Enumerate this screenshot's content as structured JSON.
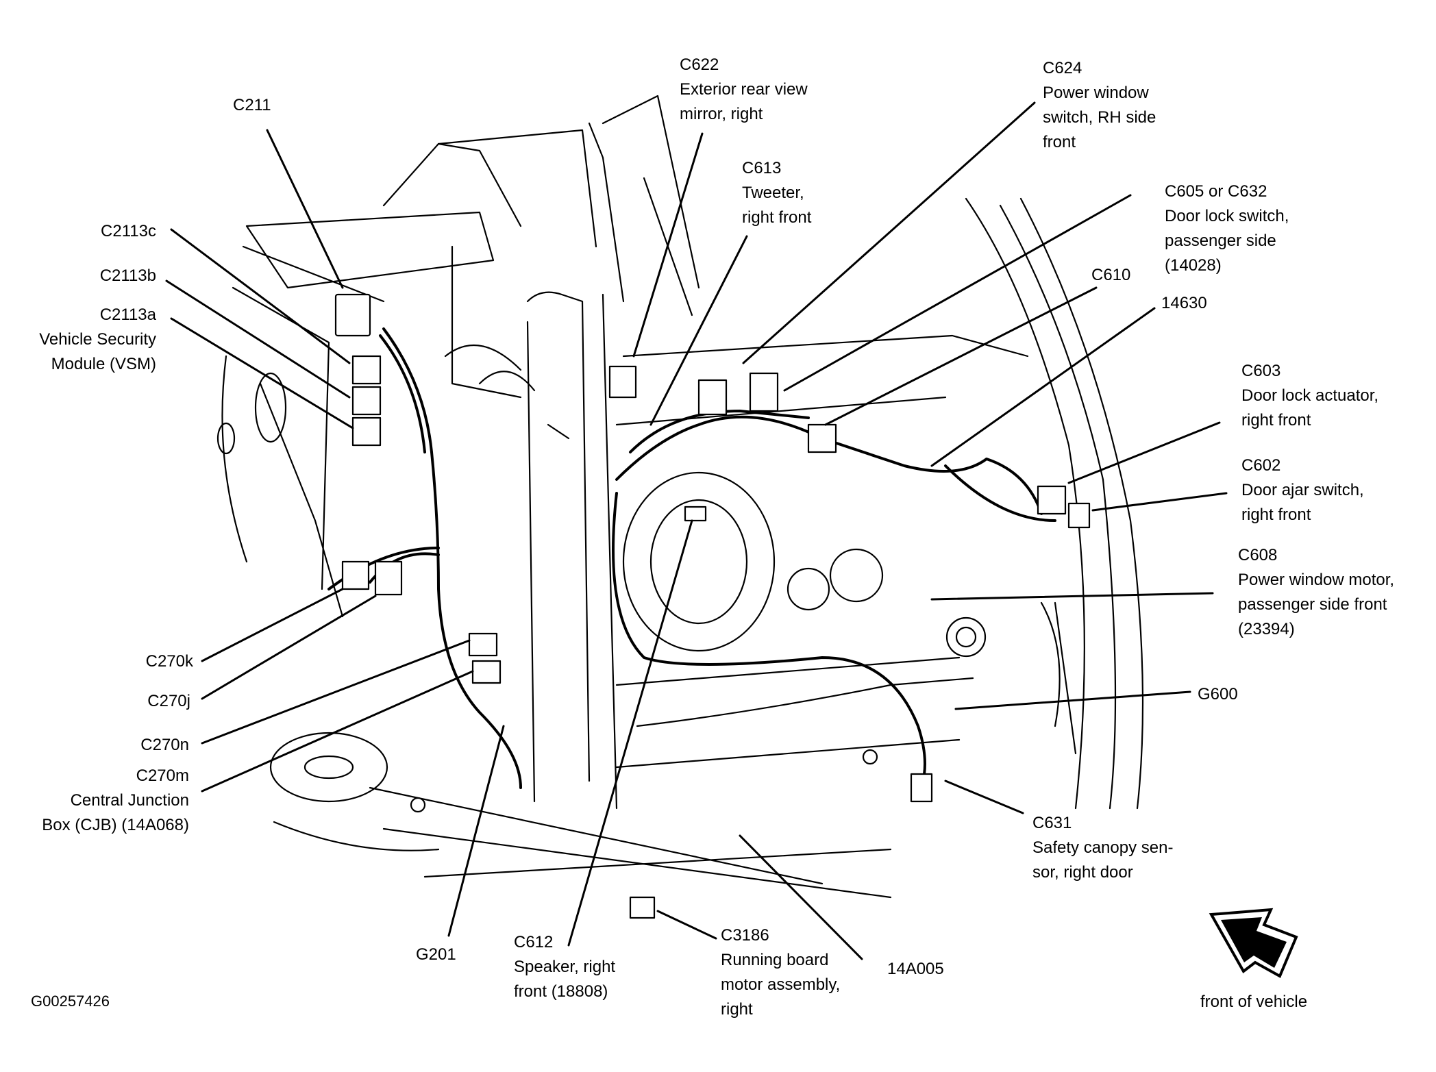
{
  "figure_id": "G00257426",
  "orientation": {
    "icon": "front-arrow-icon",
    "label": "front of vehicle"
  },
  "callouts": [
    {
      "id": "c211",
      "code": "C211",
      "desc": ""
    },
    {
      "id": "c2113c",
      "code": "C2113c",
      "desc": ""
    },
    {
      "id": "c2113b",
      "code": "C2113b",
      "desc": ""
    },
    {
      "id": "c2113a",
      "code": "C2113a",
      "desc": "Vehicle Security\nModule (VSM)"
    },
    {
      "id": "c270k",
      "code": "C270k",
      "desc": ""
    },
    {
      "id": "c270j",
      "code": "C270j",
      "desc": ""
    },
    {
      "id": "c270n",
      "code": "C270n",
      "desc": ""
    },
    {
      "id": "c270m",
      "code": "C270m",
      "desc": "Central Junction\nBox (CJB) (14A068)"
    },
    {
      "id": "g201",
      "code": "G201",
      "desc": ""
    },
    {
      "id": "c612",
      "code": "C612",
      "desc": "Speaker, right\nfront (18808)"
    },
    {
      "id": "c3186",
      "code": "C3186",
      "desc": "Running board\nmotor assembly,\nright"
    },
    {
      "id": "14a005",
      "code": "14A005",
      "desc": ""
    },
    {
      "id": "c622",
      "code": "C622",
      "desc": "Exterior rear view\nmirror, right"
    },
    {
      "id": "c613",
      "code": "C613",
      "desc": "Tweeter,\nright front"
    },
    {
      "id": "c624",
      "code": "C624",
      "desc": "Power window\nswitch, RH side\nfront"
    },
    {
      "id": "c605",
      "code": "C605 or C632",
      "desc": "Door lock switch,\npassenger side\n(14028)"
    },
    {
      "id": "c610",
      "code": "C610",
      "desc": ""
    },
    {
      "id": "14630",
      "code": "14630",
      "desc": ""
    },
    {
      "id": "c603",
      "code": "C603",
      "desc": "Door lock actuator,\nright front"
    },
    {
      "id": "c602",
      "code": "C602",
      "desc": "Door ajar switch,\nright front"
    },
    {
      "id": "c608",
      "code": "C608",
      "desc": "Power window motor,\npassenger side front\n(23394)"
    },
    {
      "id": "g600",
      "code": "G600",
      "desc": ""
    },
    {
      "id": "c631",
      "code": "C631",
      "desc": "Safety canopy sen-\nsor, right door"
    }
  ]
}
